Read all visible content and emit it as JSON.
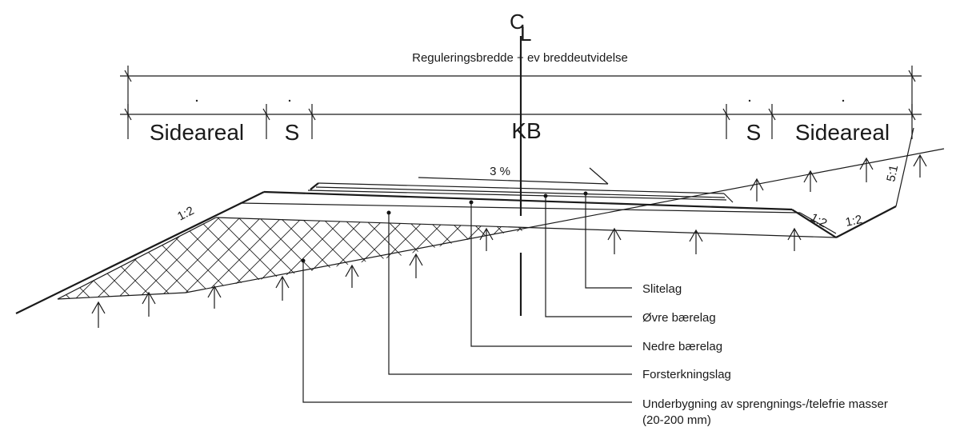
{
  "centerline": {
    "symbol_c": "C",
    "symbol_l": "L"
  },
  "regulation_width_label": "Reguleringsbredde + ev breddeutvidelse",
  "zones": {
    "left_sideareal": "Sideareal",
    "left_s": "S",
    "kb": "KB",
    "right_s": "S",
    "right_sideareal": "Sideareal"
  },
  "slope": {
    "crossfall": "3 %",
    "left_embankment": "1:2",
    "right_ditch_inner": "1:2",
    "right_ditch_outer": "1:2",
    "right_cut": "5:1"
  },
  "layers": {
    "wearing_course": "Slitelag",
    "upper_base": "Øvre bærelag",
    "lower_base": "Nedre bærelag",
    "subbase": "Forsterkningslag",
    "substructure_line1": "Underbygning av sprengnings-/telefrie masser",
    "substructure_line2": "(20-200 mm)"
  }
}
